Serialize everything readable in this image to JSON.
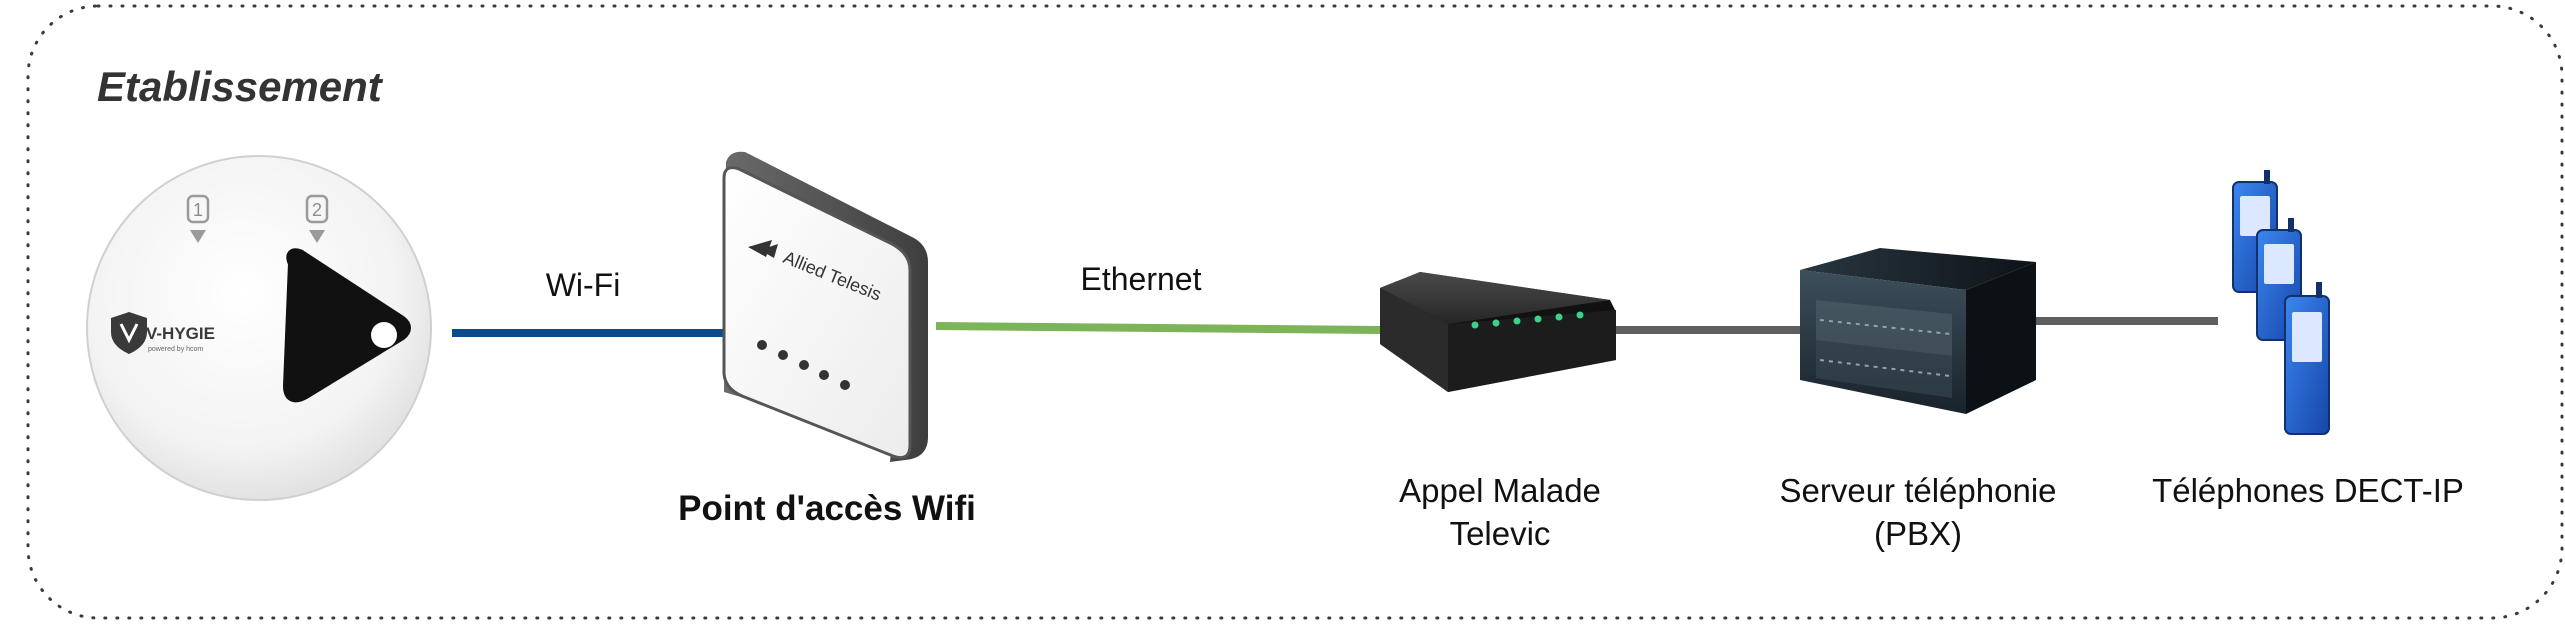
{
  "boundary": {
    "title": "Etablissement"
  },
  "nodes": {
    "sensor": {
      "brand": "V-HYGIE",
      "tagline": "powered by hcom",
      "marker_1": "1",
      "marker_2": "2"
    },
    "access_point": {
      "brand": "Allied Telesis",
      "label": "Point d'accès Wifi"
    },
    "nurse_call": {
      "label_line1": "Appel Malade",
      "label_line2": "Televic"
    },
    "pbx": {
      "label_line1": "Serveur téléphonie",
      "label_line2": "(PBX)"
    },
    "phones": {
      "label": "Téléphones DECT-IP"
    }
  },
  "links": {
    "wifi": {
      "label": "Wi-Fi",
      "color": "#0b4a8b"
    },
    "ethernet": {
      "label": "Ethernet",
      "color": "#7cb45a"
    },
    "wired": {
      "color": "#5f5f5f"
    }
  },
  "colors": {
    "boundary_dots": "#3a3a3a",
    "phone_blue": "#1f66d6",
    "phone_dark": "#12316b",
    "device_black": "#1b1b1b"
  }
}
